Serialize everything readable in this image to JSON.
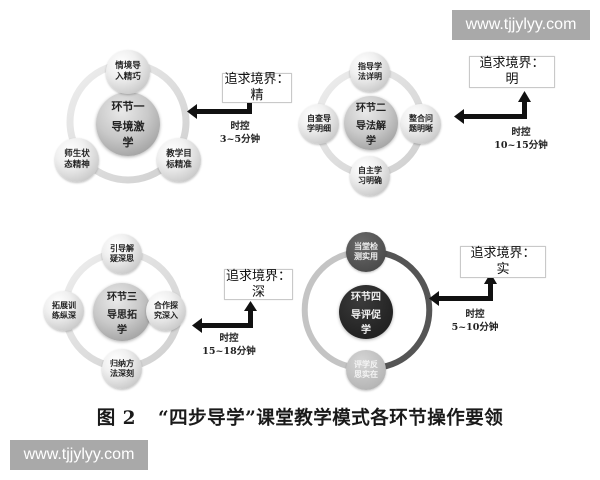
{
  "watermarks": {
    "top_right": "www.tjjylyy.com",
    "bottom_left": "www.tjjylyy.com"
  },
  "caption": {
    "figure_number": "图 2",
    "title": "“四步导学”课堂教学模式各环节操作要领"
  },
  "stages": [
    {
      "center": {
        "line1": "环节一",
        "line2": "导境激",
        "line3": "学"
      },
      "nodes": [
        {
          "line1": "情境导",
          "line2": "入精巧"
        },
        {
          "line1": "师生状",
          "line2": "态精神"
        },
        {
          "line1": "教学目",
          "line2": "标精准"
        }
      ],
      "goal": {
        "label": "追求境界：",
        "value": "精"
      },
      "time": {
        "label": "时控",
        "value": "3~5分钟"
      }
    },
    {
      "center": {
        "line1": "环节二",
        "line2": "导法解",
        "line3": "学"
      },
      "nodes": [
        {
          "line1": "指导学",
          "line2": "法详明"
        },
        {
          "line1": "自查导",
          "line2": "学明细"
        },
        {
          "line1": "整合问",
          "line2": "题明晰"
        },
        {
          "line1": "自主学",
          "line2": "习明确"
        }
      ],
      "goal": {
        "label": "追求境界：",
        "value": "明"
      },
      "time": {
        "label": "时控",
        "value": "10~15分钟"
      }
    },
    {
      "center": {
        "line1": "环节三",
        "line2": "导思拓",
        "line3": "学"
      },
      "nodes": [
        {
          "line1": "引导解",
          "line2": "疑深思"
        },
        {
          "line1": "拓展训",
          "line2": "练纵深"
        },
        {
          "line1": "合作探",
          "line2": "究深入"
        },
        {
          "line1": "归纳方",
          "line2": "法深刻"
        }
      ],
      "goal": {
        "label": "追求境界：",
        "value": "深"
      },
      "time": {
        "label": "时控",
        "value": "15~18分钟"
      }
    },
    {
      "center": {
        "line1": "环节四",
        "line2": "导评促",
        "line3": "学"
      },
      "nodes": [
        {
          "line1": "当堂检",
          "line2": "测实用"
        },
        {
          "line1": "评学反",
          "line2": "思实在"
        }
      ],
      "goal": {
        "label": "追求境界：",
        "value": "实"
      },
      "time": {
        "label": "时控",
        "value": "5~10分钟"
      }
    }
  ],
  "colors": {
    "ring_light": "#dcdcdc",
    "ring_dark": "#555555",
    "arrow": "#111111",
    "watermark_bg": "#a9a9a9"
  }
}
